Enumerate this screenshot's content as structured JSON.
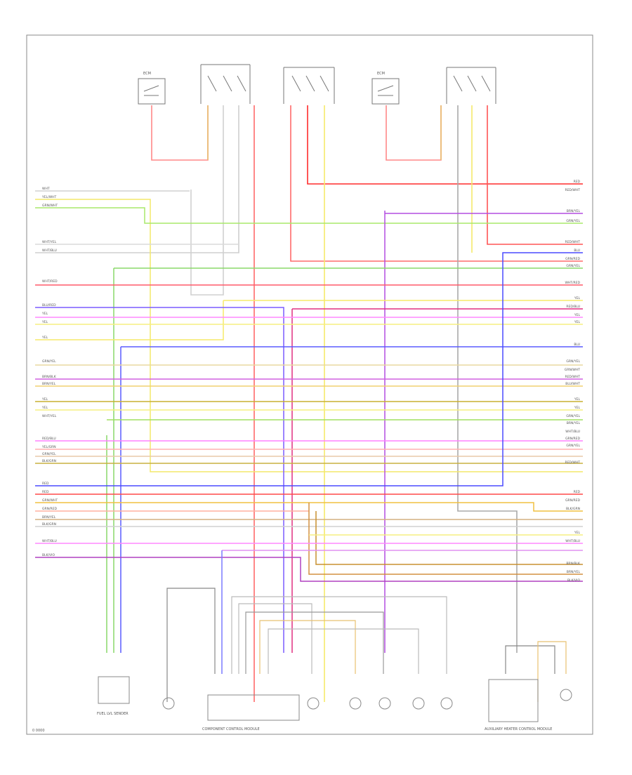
{
  "diagram": {
    "footer_code": "0 0000",
    "components": {
      "relay_left": "ECM",
      "relay_right": "ECM",
      "bottom_left": "FUEL LVL SENDER",
      "bottom_center": "COMPONENT CONTROL MODULE",
      "bottom_right": "AUXILIARY HEATER CONTROL MODULE"
    },
    "left_wire_labels": [
      "WHT",
      "YEL/WHT",
      "GRN/WHT",
      "WHT/YEL",
      "WHT/BLU",
      "WHT/RED",
      "BLU/RED",
      "YEL",
      "YEL",
      "YEL",
      "GRN/YEL",
      "BRN/BLK",
      "BRN/YEL",
      "YEL",
      "YEL",
      "WHT/YEL",
      "RED/BLU",
      "YEL/GRN",
      "GRN/YEL",
      "BLK/GRN",
      "RED",
      "RED",
      "GRN/WHT",
      "GRN/RED",
      "BRN/YEL",
      "BLK/GRN",
      "WHT/BLU",
      "BLK/VIO"
    ],
    "right_wire_labels": [
      "RED",
      "RED/WHT",
      "BRN/YEL",
      "GRN/YEL",
      "RED/WHT",
      "BLU",
      "GRN/RED",
      "GRN/YEL",
      "WHT/RED",
      "YEL",
      "RED/BLU",
      "YEL",
      "YEL",
      "BLU",
      "GRN/YEL",
      "GRN/WHT",
      "RED/WHT",
      "BLU/WHT",
      "YEL",
      "YEL",
      "GRN/YEL",
      "BRN/YEL",
      "WHT/BLU",
      "GRN/RED",
      "GRN/YEL",
      "RED/WHT",
      "RED",
      "GRN/RED",
      "BLK/GRN",
      "YEL",
      "WHT/BLU",
      "BRN/BLK",
      "BRN/YEL",
      "BLK/VIO"
    ]
  }
}
